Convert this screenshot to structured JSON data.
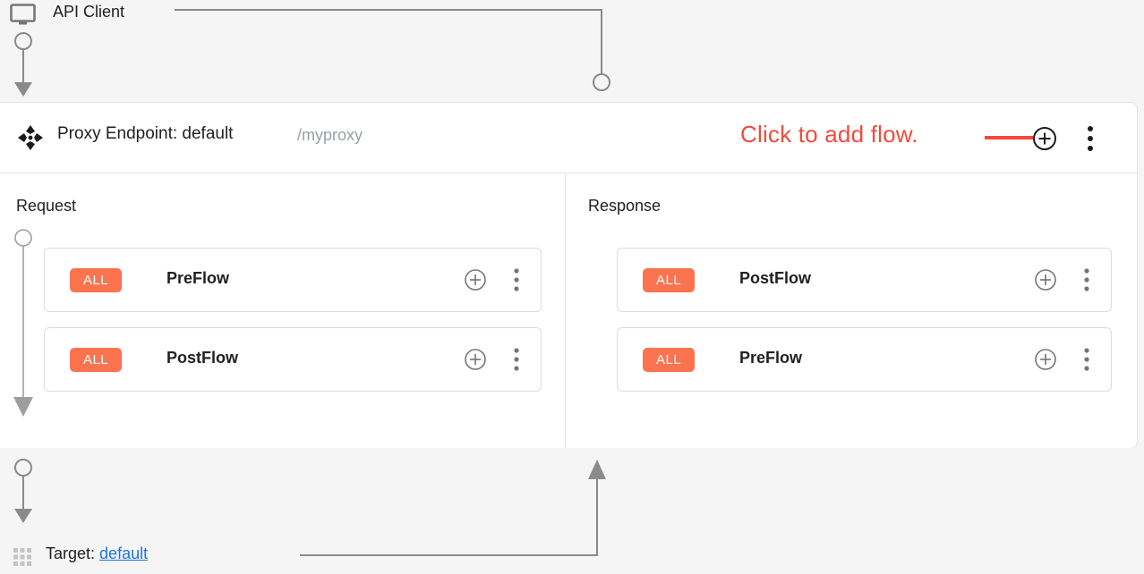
{
  "client": {
    "icon": "monitor-icon",
    "label": "API Client"
  },
  "proxy": {
    "move_icon": "move-handle-icon",
    "title": "Proxy Endpoint: default",
    "basepath": "/myproxy",
    "add_icon": "plus-circle-icon",
    "menu_icon": "more-vert-icon",
    "annotation": "Click to add flow."
  },
  "columns": {
    "request": {
      "title": "Request",
      "direction": "down",
      "flows": [
        {
          "badge": "ALL",
          "name": "PreFlow",
          "add_icon": "plus-circle-icon",
          "menu_icon": "more-vert-icon"
        },
        {
          "badge": "ALL",
          "name": "PostFlow",
          "add_icon": "plus-circle-icon",
          "menu_icon": "more-vert-icon"
        }
      ]
    },
    "response": {
      "title": "Response",
      "direction": "up",
      "flows": [
        {
          "badge": "ALL",
          "name": "PostFlow",
          "add_icon": "plus-circle-icon",
          "menu_icon": "more-vert-icon"
        },
        {
          "badge": "ALL",
          "name": "PreFlow",
          "add_icon": "plus-circle-icon",
          "menu_icon": "more-vert-icon"
        }
      ]
    }
  },
  "target": {
    "grid_icon": "grid-dots-icon",
    "label": "Target:",
    "link": "default"
  },
  "colors": {
    "badge": "#fc7350",
    "annotation": "#f4493c",
    "link": "#1a73e8",
    "connector": "#8a8a8a",
    "page_background": "#f5f5f5",
    "panel_background": "#ffffff"
  }
}
